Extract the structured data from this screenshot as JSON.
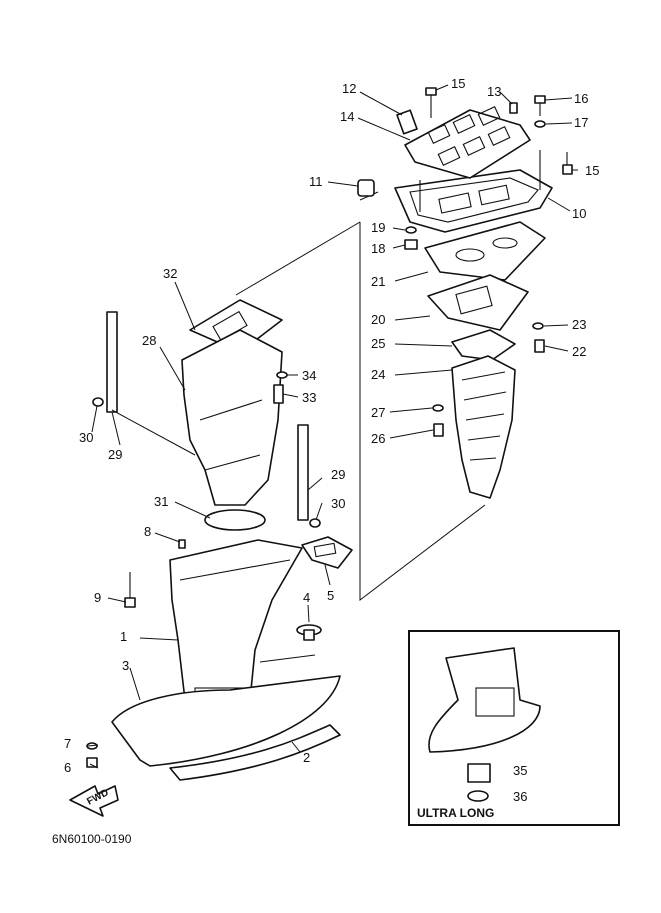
{
  "callouts": [
    {
      "id": "c1",
      "label": "1"
    },
    {
      "id": "c2",
      "label": "2"
    },
    {
      "id": "c3",
      "label": "3"
    },
    {
      "id": "c4",
      "label": "4"
    },
    {
      "id": "c5",
      "label": "5"
    },
    {
      "id": "c6",
      "label": "6"
    },
    {
      "id": "c7",
      "label": "7"
    },
    {
      "id": "c8",
      "label": "8"
    },
    {
      "id": "c9",
      "label": "9"
    },
    {
      "id": "c10",
      "label": "10"
    },
    {
      "id": "c11",
      "label": "11"
    },
    {
      "id": "c12",
      "label": "12"
    },
    {
      "id": "c13",
      "label": "13"
    },
    {
      "id": "c14",
      "label": "14"
    },
    {
      "id": "c15a",
      "label": "15"
    },
    {
      "id": "c15b",
      "label": "15"
    },
    {
      "id": "c16",
      "label": "16"
    },
    {
      "id": "c17",
      "label": "17"
    },
    {
      "id": "c18",
      "label": "18"
    },
    {
      "id": "c19",
      "label": "19"
    },
    {
      "id": "c20",
      "label": "20"
    },
    {
      "id": "c21",
      "label": "21"
    },
    {
      "id": "c22",
      "label": "22"
    },
    {
      "id": "c23",
      "label": "23"
    },
    {
      "id": "c24",
      "label": "24"
    },
    {
      "id": "c25",
      "label": "25"
    },
    {
      "id": "c26",
      "label": "26"
    },
    {
      "id": "c27",
      "label": "27"
    },
    {
      "id": "c28",
      "label": "28"
    },
    {
      "id": "c29a",
      "label": "29"
    },
    {
      "id": "c29b",
      "label": "29"
    },
    {
      "id": "c30a",
      "label": "30"
    },
    {
      "id": "c30b",
      "label": "30"
    },
    {
      "id": "c31",
      "label": "31"
    },
    {
      "id": "c32",
      "label": "32"
    },
    {
      "id": "c33",
      "label": "33"
    },
    {
      "id": "c34",
      "label": "34"
    },
    {
      "id": "c35",
      "label": "35"
    },
    {
      "id": "c36",
      "label": "36"
    }
  ],
  "inset": {
    "title": "ULTRA LONG"
  },
  "fwd_arrow": {
    "label": "FWD"
  },
  "diagram_code": "6N60100-0190"
}
